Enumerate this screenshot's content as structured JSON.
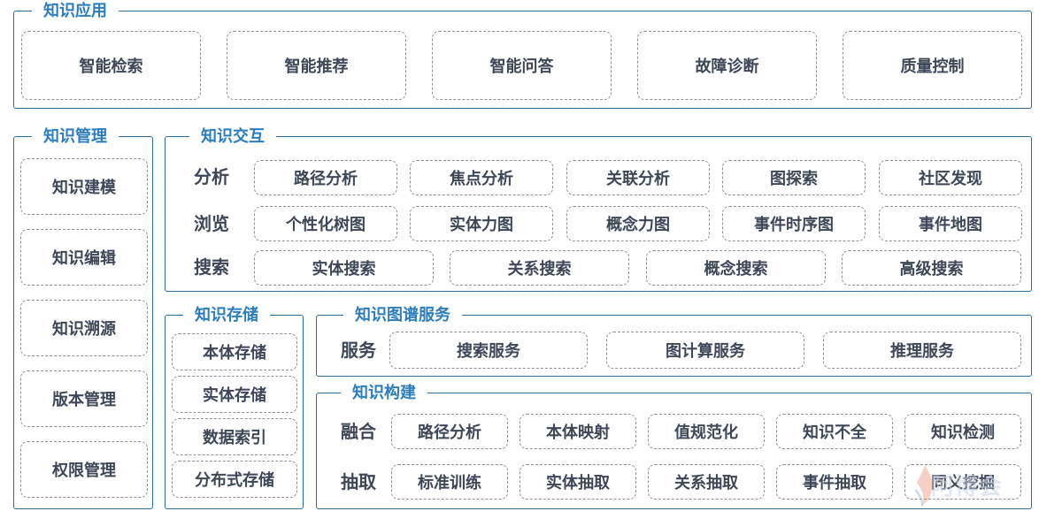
{
  "knowledge_application": {
    "title": "知识应用",
    "items": [
      "智能检索",
      "智能推荐",
      "智能问答",
      "故障诊断",
      "质量控制"
    ]
  },
  "knowledge_management": {
    "title": "知识管理",
    "items": [
      "知识建模",
      "知识编辑",
      "知识溯源",
      "版本管理",
      "权限管理"
    ]
  },
  "knowledge_interaction": {
    "title": "知识交互",
    "rows": [
      {
        "label": "分析",
        "items": [
          "路径分析",
          "焦点分析",
          "关联分析",
          "图探索",
          "社区发现"
        ]
      },
      {
        "label": "浏览",
        "items": [
          "个性化树图",
          "实体力图",
          "概念力图",
          "事件时序图",
          "事件地图"
        ]
      },
      {
        "label": "搜索",
        "items": [
          "实体搜索",
          "关系搜索",
          "概念搜索",
          "高级搜索"
        ]
      }
    ]
  },
  "knowledge_storage": {
    "title": "知识存储",
    "items": [
      "本体存储",
      "实体存储",
      "数据索引",
      "分布式存储"
    ]
  },
  "kg_service": {
    "title": "知识图谱服务",
    "rows": [
      {
        "label": "服务",
        "items": [
          "搜索服务",
          "图计算服务",
          "推理服务"
        ]
      }
    ]
  },
  "knowledge_construction": {
    "title": "知识构建",
    "rows": [
      {
        "label": "融合",
        "items": [
          "路径分析",
          "本体映射",
          "值规范化",
          "知识不全",
          "知识检测"
        ]
      },
      {
        "label": "抽取",
        "items": [
          "标准训练",
          "实体抽取",
          "关系抽取",
          "事件抽取",
          "同义挖掘"
        ]
      }
    ]
  },
  "watermark": {
    "text": "阿博会"
  }
}
